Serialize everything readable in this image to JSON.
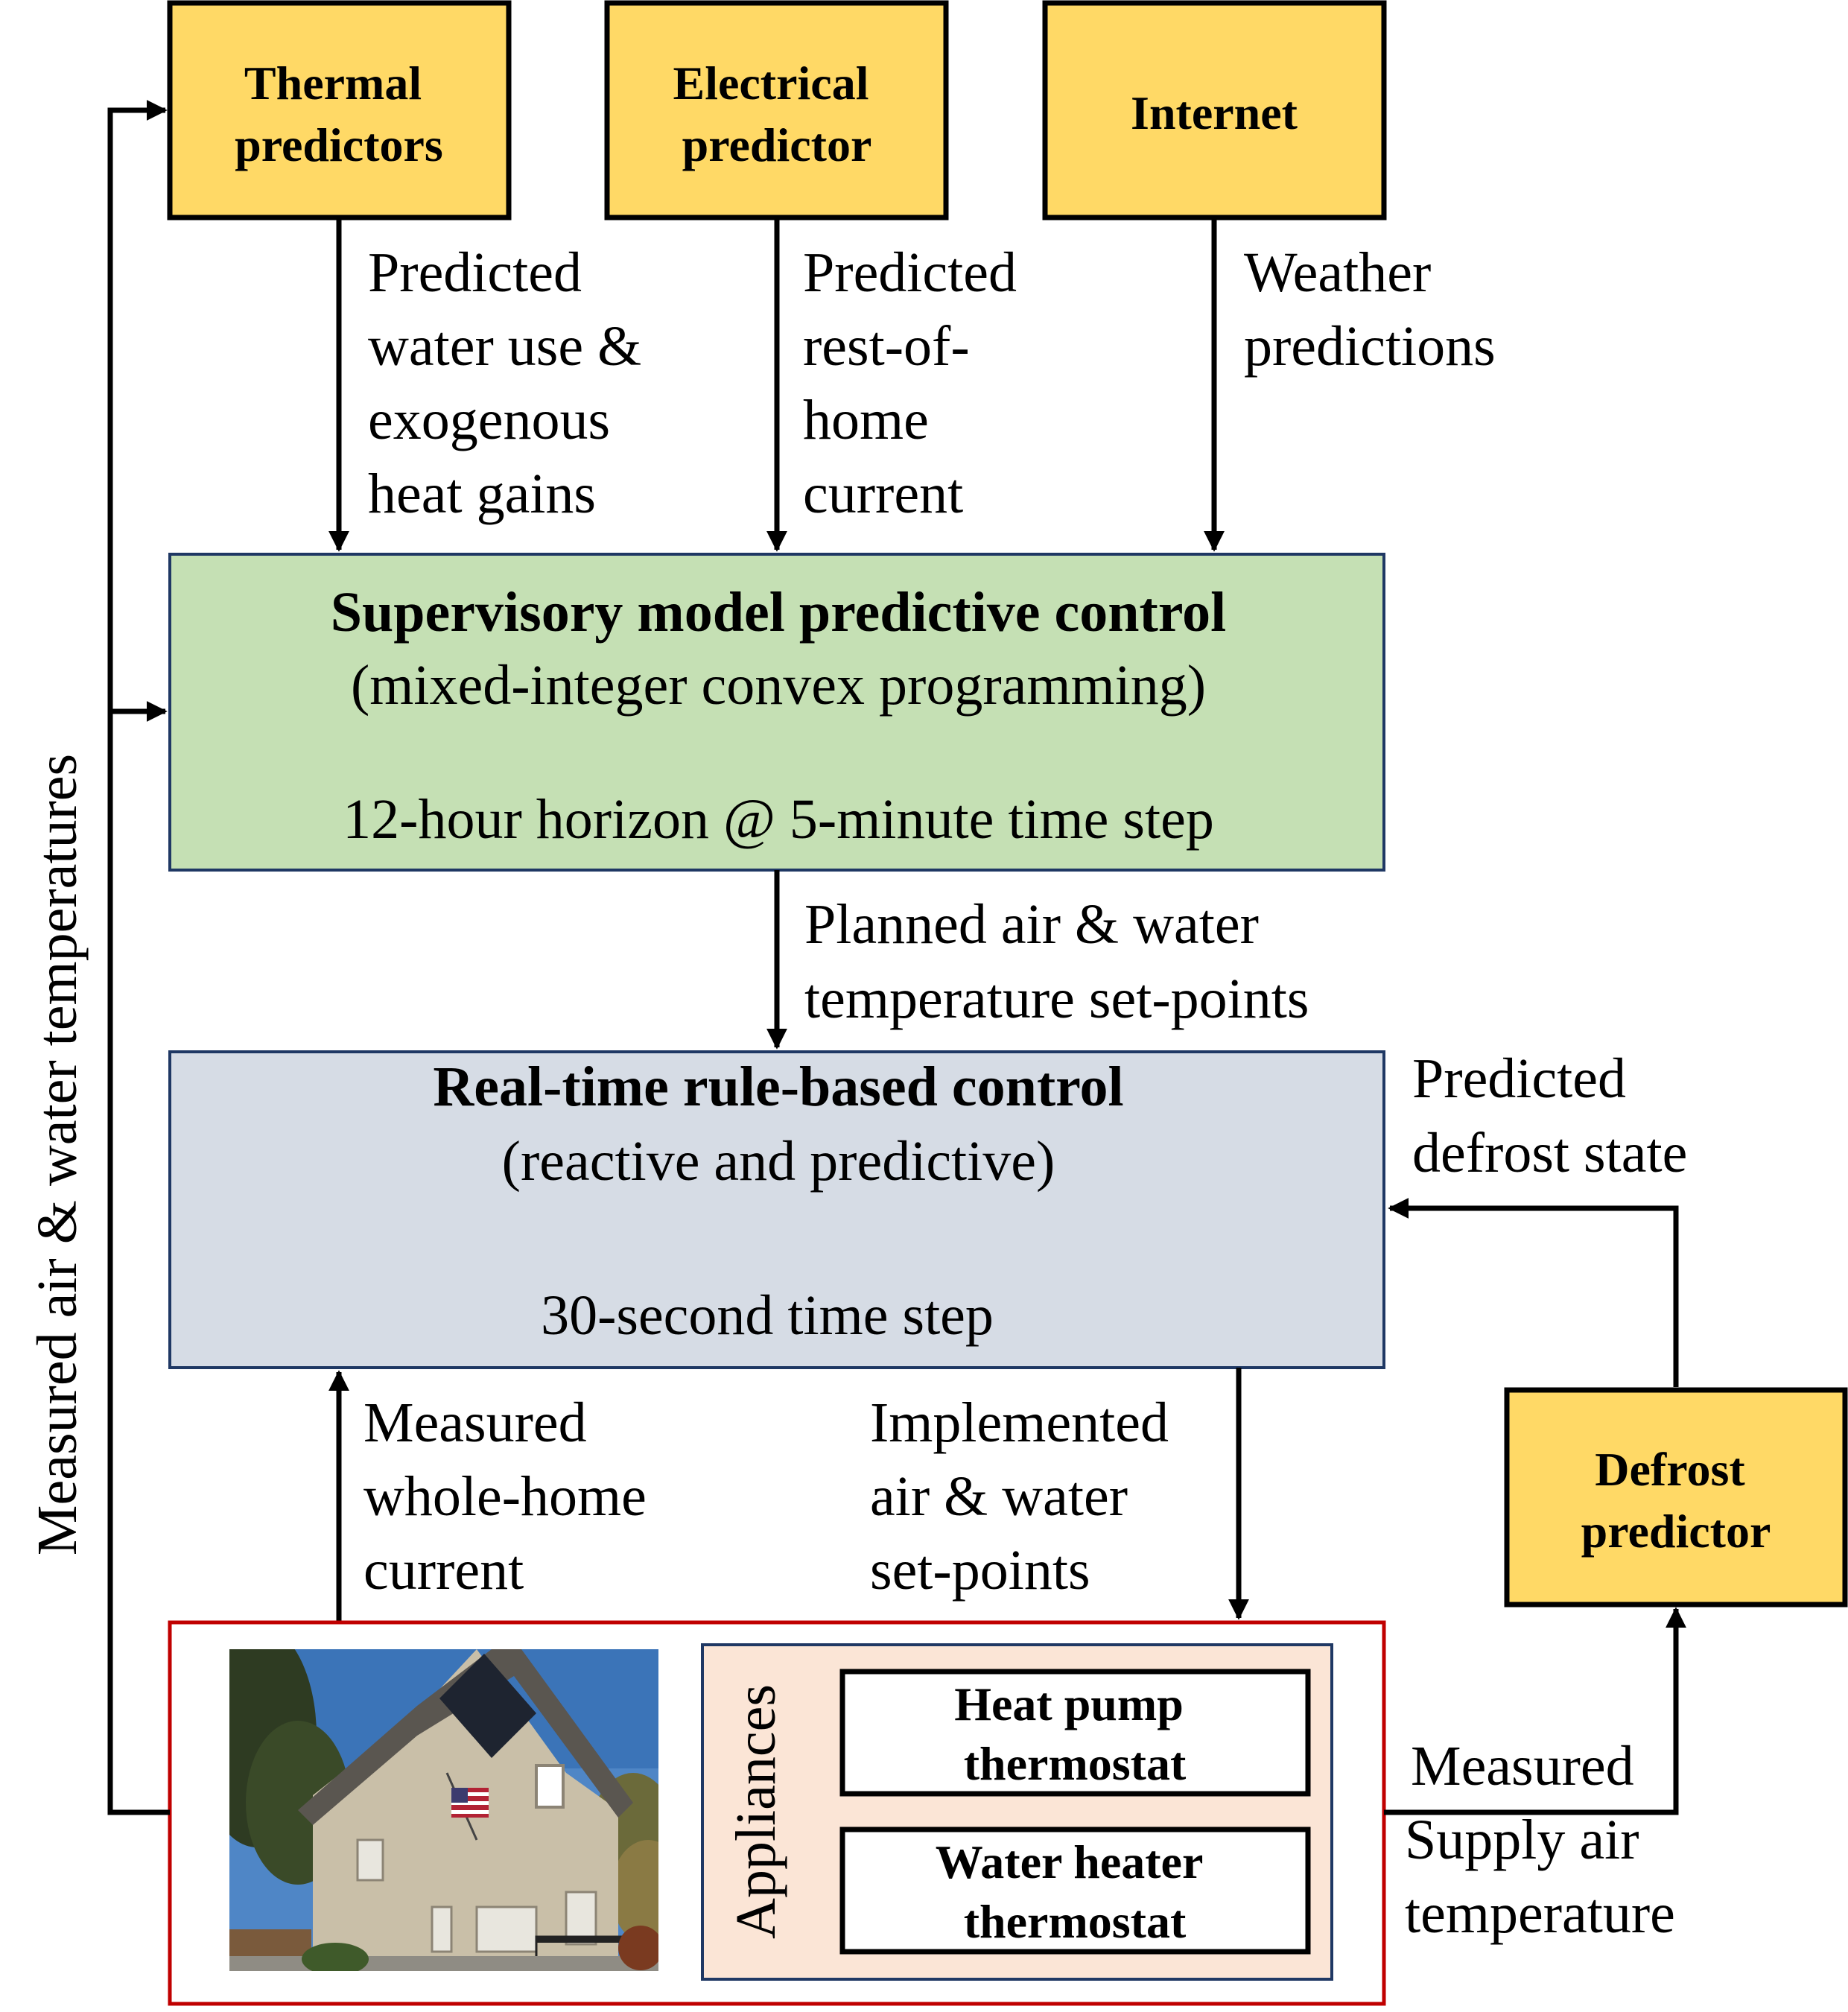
{
  "colors": {
    "predictor_fill": "#FFD966",
    "supervisory_fill": "#C5E0B4",
    "realtime_fill": "#D6DCE5",
    "home_border": "#C00000",
    "appliances_fill": "#FBE5D6",
    "navy_border": "#1F3864"
  },
  "nodes": {
    "thermal_predictors": {
      "lines": [
        "Thermal",
        "predictors"
      ]
    },
    "electrical_predictor": {
      "lines": [
        "Electrical",
        "predictor"
      ]
    },
    "internet": {
      "lines": [
        "Internet"
      ]
    },
    "supervisory": {
      "title": "Supervisory model predictive control",
      "subtitle": "(mixed-integer convex programming)",
      "detail": "12-hour horizon @ 5-minute time step"
    },
    "realtime": {
      "title": "Real-time rule-based control",
      "subtitle": "(reactive and predictive)",
      "detail": "30-second time step"
    },
    "defrost_predictor": {
      "lines": [
        "Defrost",
        "predictor"
      ]
    },
    "appliances": {
      "label": "Appliances",
      "heat_pump": [
        "Heat pump",
        "thermostat"
      ],
      "water_heater": [
        "Water heater",
        "thermostat"
      ]
    }
  },
  "edges": {
    "thermal_to_mpc": [
      "Predicted",
      "water use &",
      "exogenous",
      "heat gains"
    ],
    "electrical_to_mpc": [
      "Predicted",
      "rest-of-",
      "home",
      "current"
    ],
    "internet_to_mpc": [
      "Weather",
      "predictions"
    ],
    "mpc_to_rt": [
      "Planned air & water",
      "temperature set-points"
    ],
    "defrost_to_rt": [
      "Predicted",
      "defrost state"
    ],
    "home_to_rt": [
      "Measured",
      "whole-home",
      "current"
    ],
    "rt_to_home": [
      "Implemented",
      "air & water",
      "set-points"
    ],
    "home_to_defrost": [
      "Measured",
      "Supply air",
      "temperature"
    ],
    "feedback_loop": "Measured air & water temperatures"
  },
  "photo": {
    "icon": "house-photo",
    "flag_icon": "us-flag-icon"
  }
}
